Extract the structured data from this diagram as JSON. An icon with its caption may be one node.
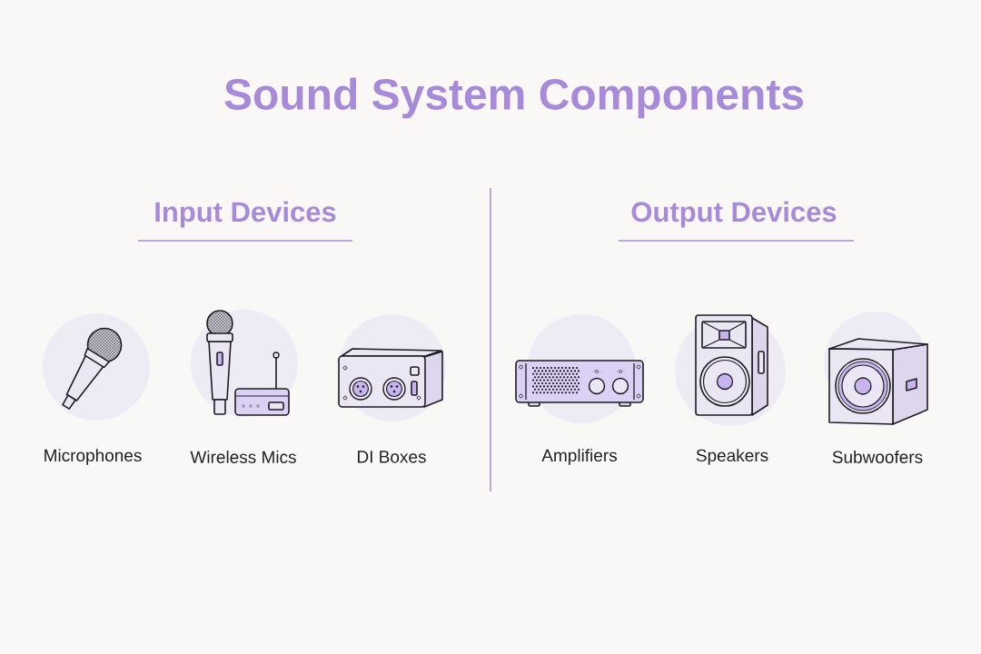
{
  "diagram": {
    "title": "Sound System Components",
    "nodes": [
      {
        "text": [
          "Microphones"
        ]
      },
      {
        "text": [
          "Wireless Mics"
        ]
      },
      {
        "text": [
          "DI Boxes"
        ]
      },
      {
        "text": [
          "Amplifiers"
        ]
      },
      {
        "text": [
          "Speakers"
        ]
      },
      {
        "text": [
          "Subwoofers"
        ]
      }
    ],
    "labels": [
      "Input Devices",
      "Output Devices"
    ]
  }
}
